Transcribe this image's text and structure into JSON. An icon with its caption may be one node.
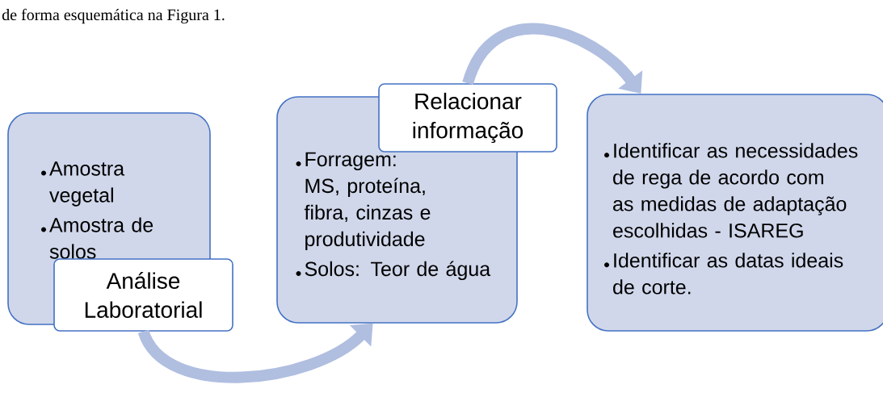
{
  "diagram": {
    "nodes": [
      {
        "text": [
          "Amostra vegetal",
          "Amostra de solos"
        ]
      },
      {
        "text": [
          "Análise Laboratorial"
        ]
      },
      {
        "text": [
          "Forragem: MS, proteína, fibra, cinzas e produtividade",
          "Solos: Teor de água"
        ]
      },
      {
        "text": [
          "Relacionar informação"
        ]
      },
      {
        "text": [
          "Identificar as necessidades de rega de acordo com as medidas de adaptação escolhidas - ISAREG",
          "Identificar as datas ideais de corte."
        ]
      }
    ],
    "edges": [
      {
        "from": 1,
        "to": 2,
        "arrow": "to"
      },
      {
        "from": 3,
        "to": 4,
        "arrow": "to"
      }
    ],
    "labels": [
      "de forma esquemática na Figura 1."
    ]
  }
}
